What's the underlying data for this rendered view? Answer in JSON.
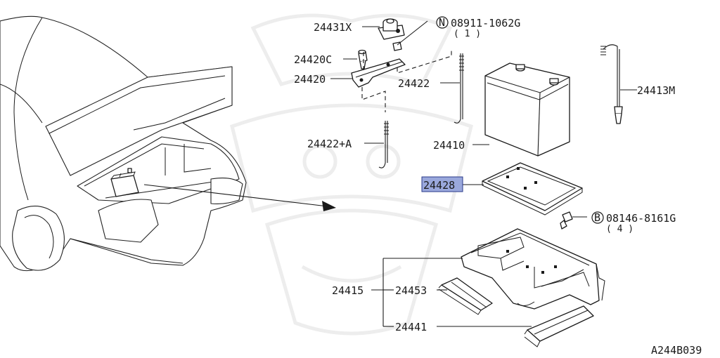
{
  "labels": {
    "p24431X": "24431X",
    "p24420C": "24420C",
    "p24420": "24420",
    "p24422": "24422",
    "p24422A": "24422+A",
    "p24410": "24410",
    "p24428": "24428",
    "p24413M": "24413M",
    "p24415": "24415",
    "p24453": "24453",
    "p24441": "24441"
  },
  "fasteners": {
    "nut": {
      "symbol": "N",
      "part": "08911-1062G",
      "qty": "( 1 )"
    },
    "bolt": {
      "symbol": "B",
      "part": "08146-8161G",
      "qty": "( 4 )"
    }
  },
  "diagram_id": "A244B039",
  "highlight_color": "#9aa8dc"
}
